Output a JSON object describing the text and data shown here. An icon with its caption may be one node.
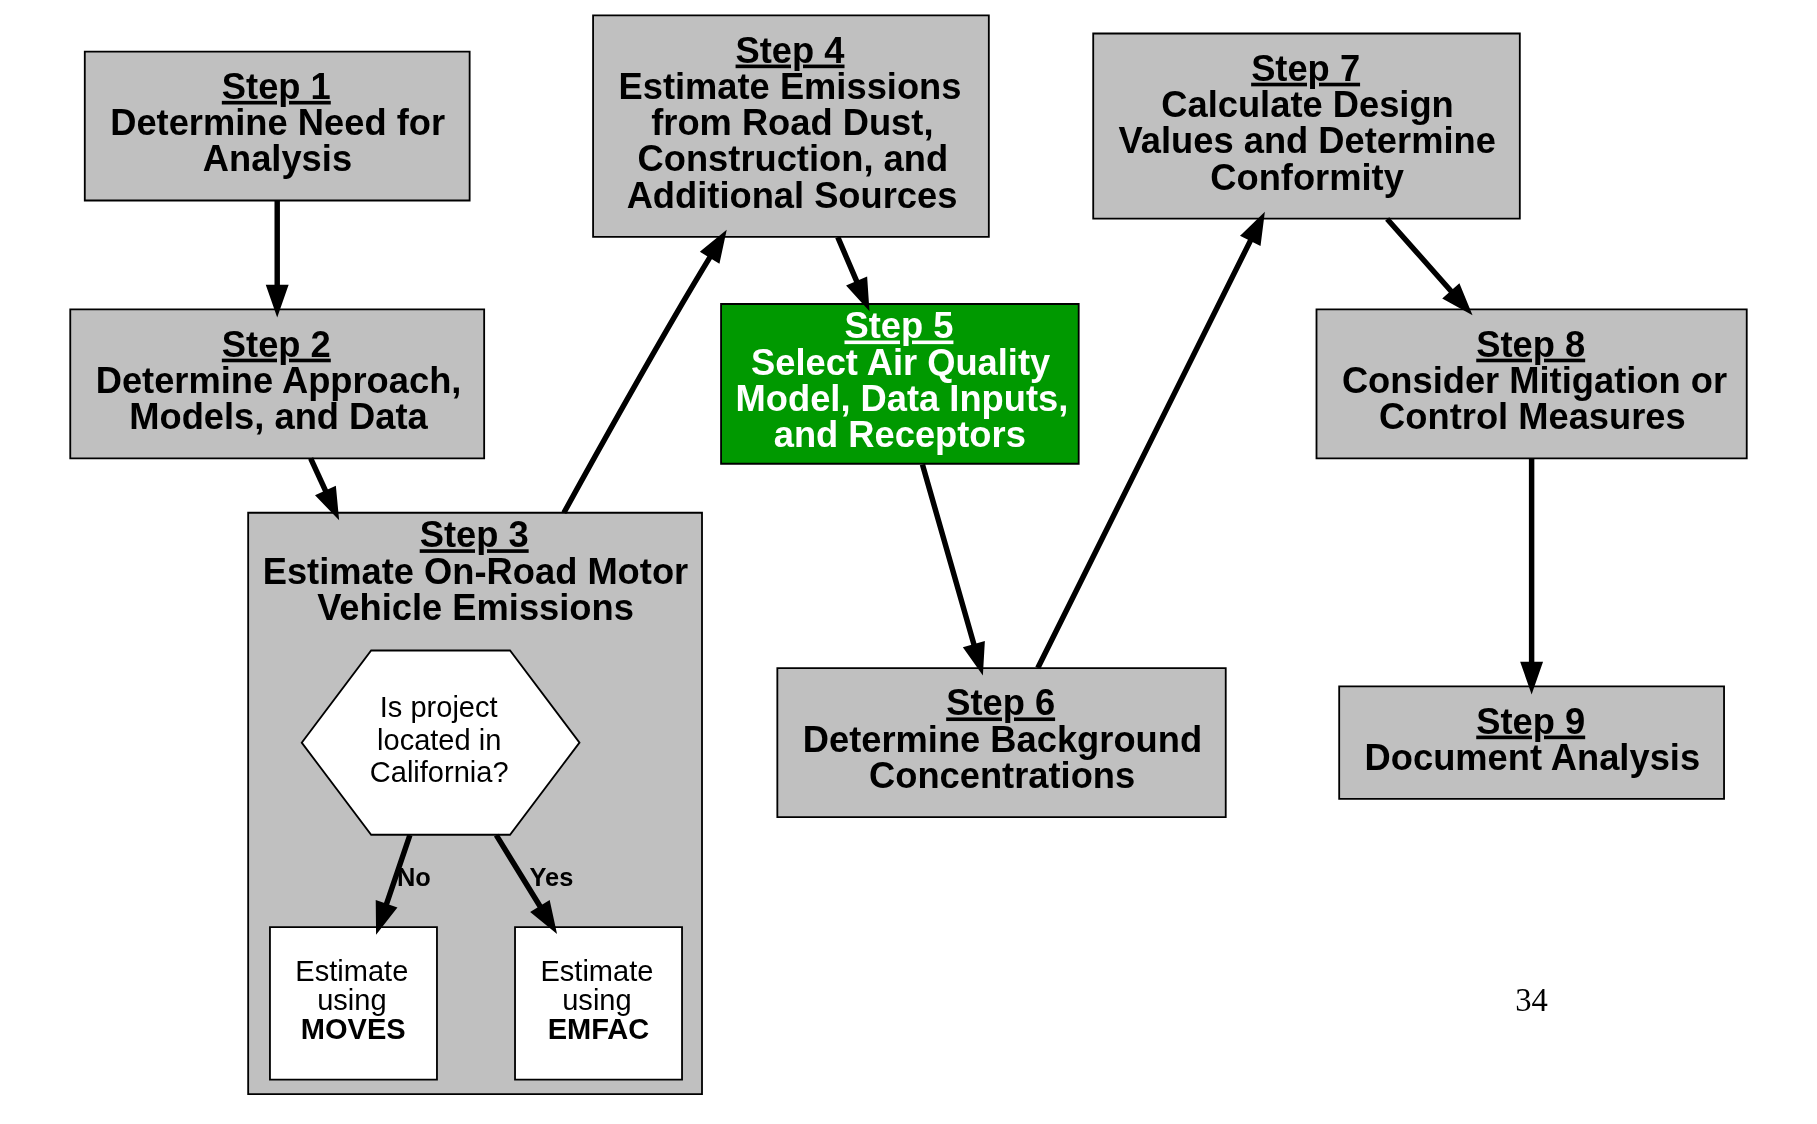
{
  "diagram": {
    "nodes": [
      {
        "text": [
          "Step 1",
          "Determine Need for Analysis"
        ]
      },
      {
        "text": [
          "Step 2",
          "Determine Approach, Models, and Data"
        ]
      },
      {
        "text": [
          "Step 3",
          "Estimate On-Road Motor Vehicle Emissions"
        ]
      },
      {
        "text": [
          "Is project located in California?"
        ],
        "in": 2
      },
      {
        "text": [
          "Estimate using **MOVES**"
        ],
        "in": 2
      },
      {
        "text": [
          "Estimate using **EMFAC**"
        ],
        "in": 2
      },
      {
        "text": [
          "Step 4",
          "Estimate Emissions from Road Dust, Construction, and Additional Sources"
        ]
      },
      {
        "text": [
          "Step 5",
          "Select Air Quality Model, Data Inputs, and Receptors"
        ]
      },
      {
        "text": [
          "Step 6",
          "Determine Background Concentrations"
        ]
      },
      {
        "text": [
          "Step 7",
          "Calculate Design Values and Determine Conformity"
        ]
      },
      {
        "text": [
          "Step 8",
          "Consider Mitigation or Control Measures"
        ]
      },
      {
        "text": [
          "Step 9",
          "Document Analysis"
        ]
      }
    ],
    "edges": [
      {
        "from": 0,
        "to": 1,
        "arrow": "to"
      },
      {
        "from": 1,
        "to": 2,
        "arrow": "to"
      },
      {
        "from": 3,
        "to": 4,
        "arrow": "to",
        "label": "No"
      },
      {
        "from": 3,
        "to": 5,
        "arrow": "to",
        "label": "Yes"
      },
      {
        "from": 2,
        "to": 6,
        "arrow": "to"
      },
      {
        "from": 6,
        "to": 7,
        "arrow": "to"
      },
      {
        "from": 7,
        "to": 8,
        "arrow": "to"
      },
      {
        "from": 8,
        "to": 9,
        "arrow": "to"
      },
      {
        "from": 9,
        "to": 10,
        "arrow": "to"
      },
      {
        "from": 10,
        "to": 11,
        "arrow": "to"
      }
    ],
    "labels": [
      "34"
    ]
  }
}
